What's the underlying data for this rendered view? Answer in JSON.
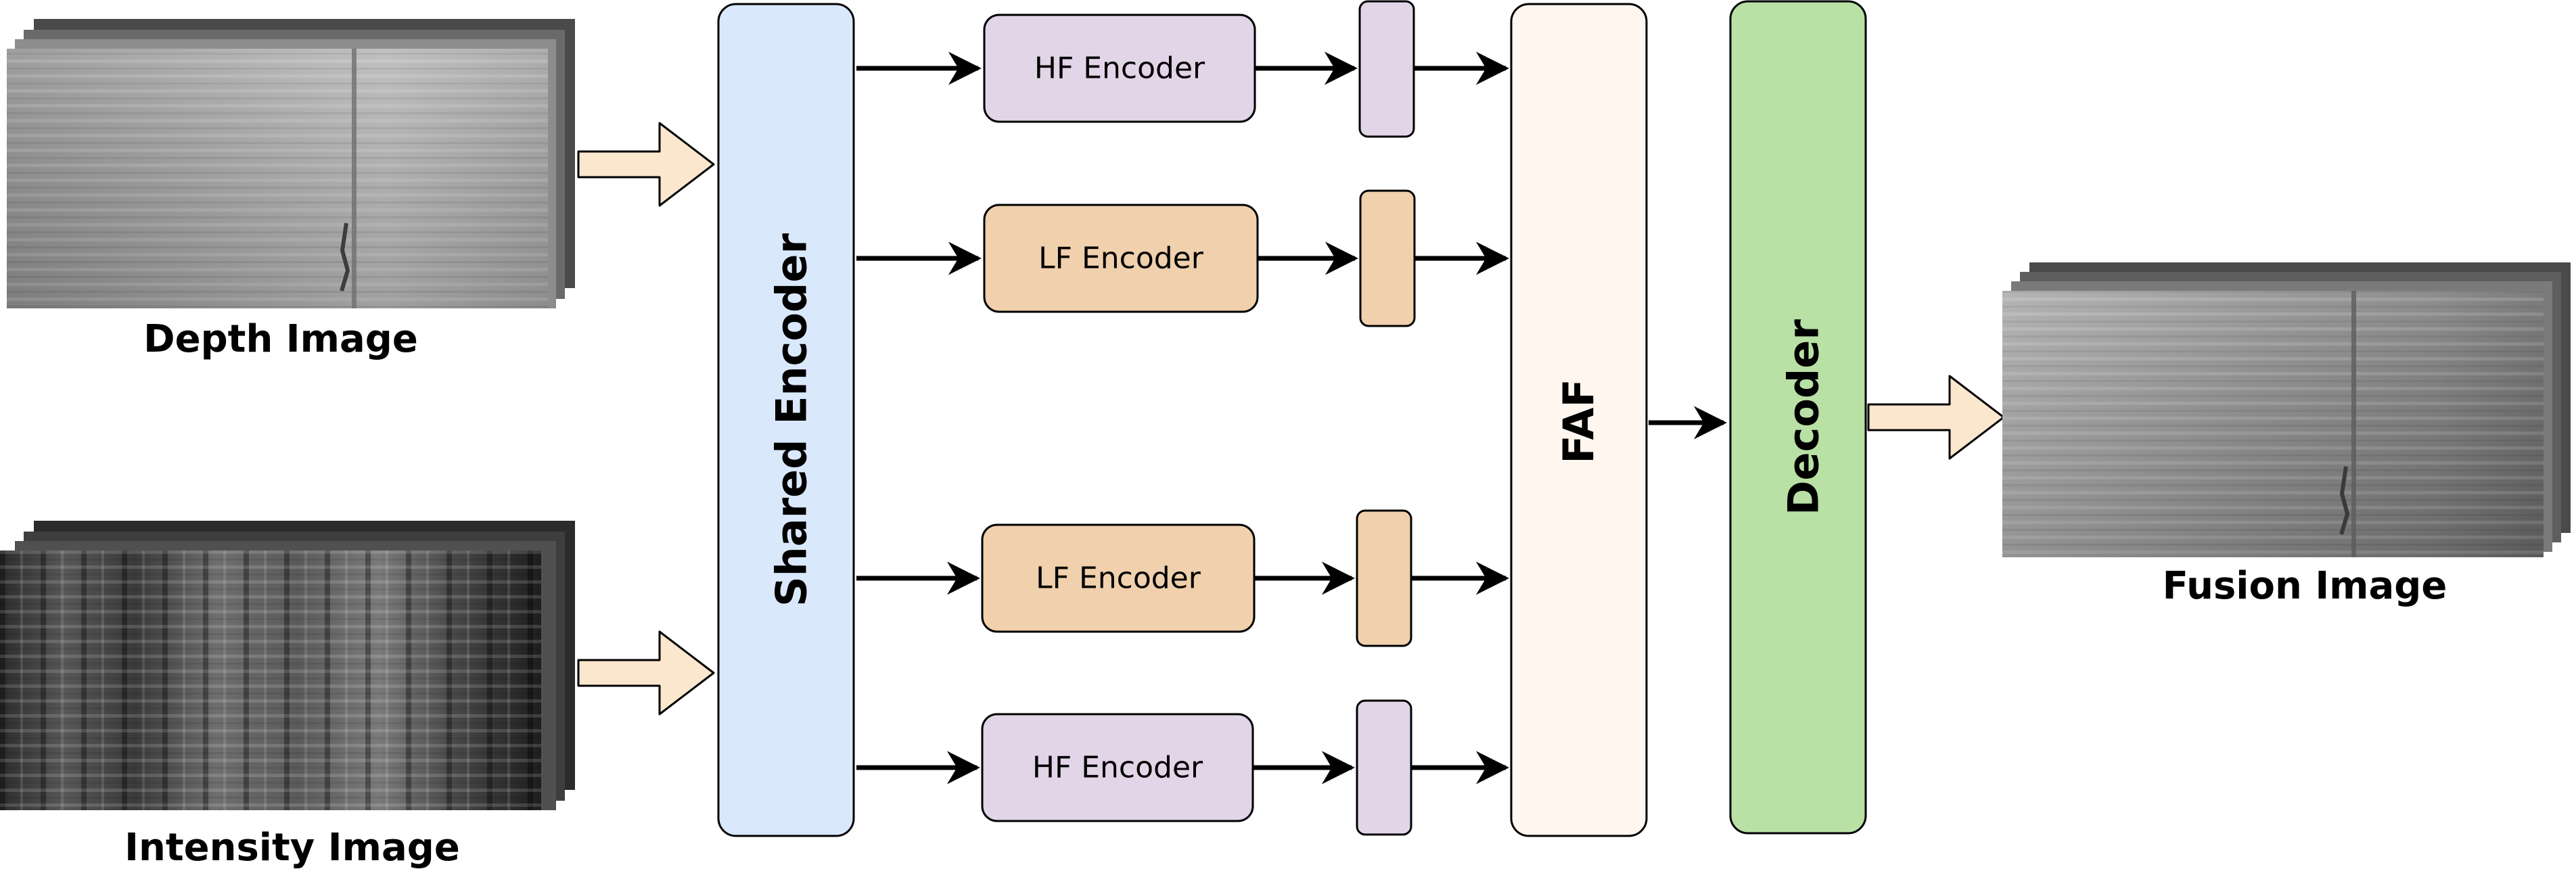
{
  "inputs": {
    "depth_caption": "Depth Image",
    "intensity_caption": "Intensity Image"
  },
  "output": {
    "fusion_caption": "Fusion Image"
  },
  "modules": {
    "shared_encoder": "Shared Encoder",
    "hf_encoder_top": "HF Encoder",
    "lf_encoder_upper": "LF Encoder",
    "lf_encoder_lower": "LF Encoder",
    "hf_encoder_bottom": "HF Encoder",
    "faf": "FAF",
    "decoder": "Decoder"
  },
  "colors": {
    "shared_encoder": "#dae8fc",
    "hf_encoder": "#e1d5e7",
    "lf_encoder": "#f0d0ad",
    "faf": "#fff6ef",
    "decoder": "#b9e0a5",
    "input_arrow": "#fbe6ce",
    "stroke": "#000000"
  }
}
